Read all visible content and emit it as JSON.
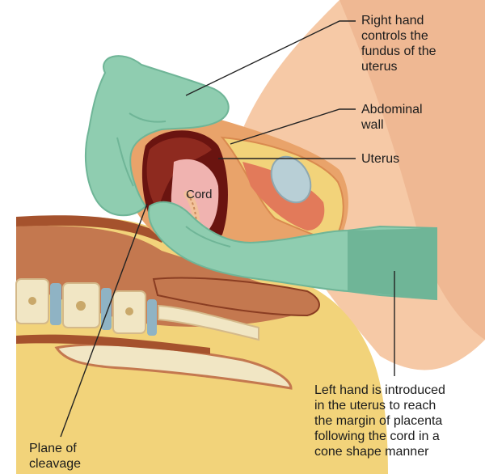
{
  "labels": {
    "right_hand": "Right hand\ncontrols the\nfundus of the\nuterus",
    "abdominal_wall": "Abdominal\nwall",
    "uterus": "Uterus",
    "cord": "Cord",
    "left_hand": "Left hand is introduced\nin the uterus to reach\nthe margin of placenta\nfollowing the cord in a\ncone shape manner",
    "plane_of_cleavage": "Plane of\ncleavage"
  },
  "colors": {
    "glove": "#8fcdb0",
    "glove_shadow": "#6fb597",
    "skin": "#f6c9a6",
    "fat": "#f2d37a",
    "uterine_wall": "#e9a36a",
    "placenta": "#6a1410",
    "muscle": "#c4784f",
    "bladder": "#b8cfd6",
    "vertebra": "#f1e6c4",
    "disc": "#8fb3c4",
    "leader_line": "#222222"
  }
}
